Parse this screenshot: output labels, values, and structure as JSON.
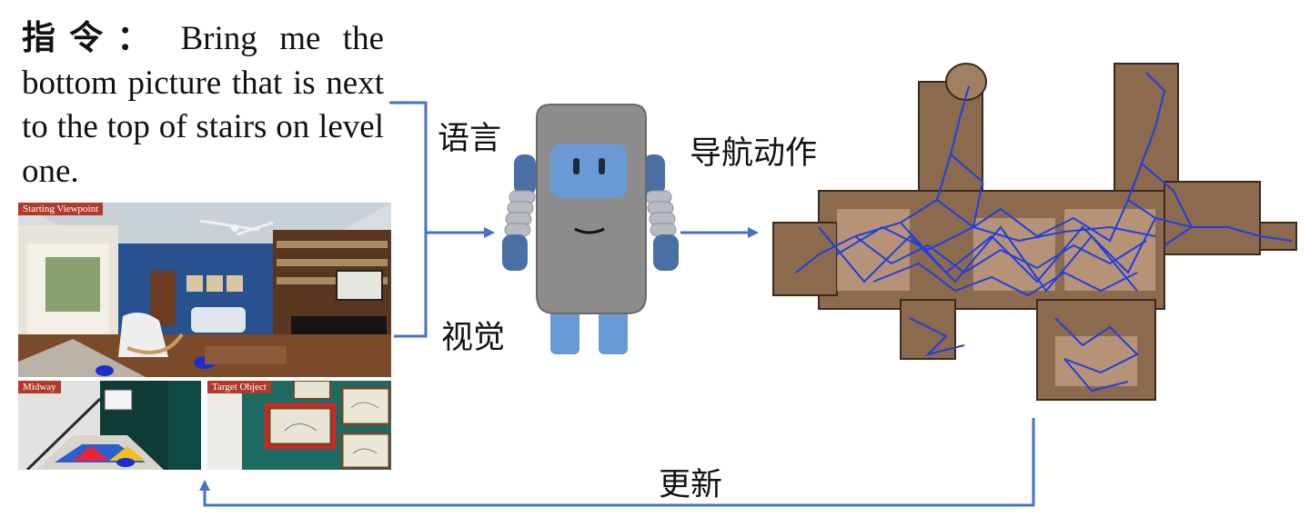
{
  "instruction": {
    "label": "指令：",
    "text": "Bring me the bottom picture that is next to the  top of stairs on level one."
  },
  "photos": {
    "start_tag": "Starting Viewpoint",
    "midway_tag": "Midway",
    "target_tag": "Target Object"
  },
  "labels": {
    "language": "语言",
    "vision": "视觉",
    "nav_action": "导航动作",
    "update": "更新"
  },
  "colors": {
    "arrow": "#4472c4",
    "graph": "#1f3fe0",
    "robot_body": "#8c8c8c",
    "robot_blue": "#4a6fa5",
    "tag_red": "#b23a2a"
  }
}
